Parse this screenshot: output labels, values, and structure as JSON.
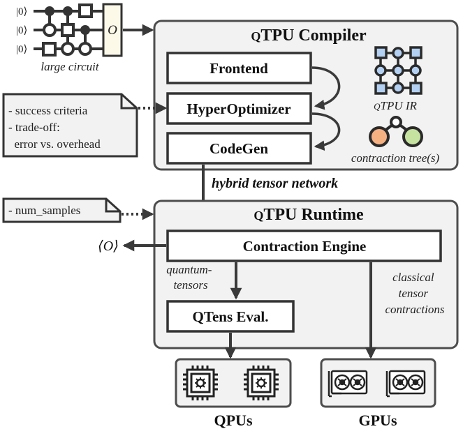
{
  "circuit": {
    "ket_labels": [
      "|0⟩",
      "|0⟩",
      "|0⟩"
    ],
    "observable": "O",
    "caption": "large circuit"
  },
  "compiler": {
    "title_prefix": "Q",
    "title_rest": "TPU Compiler",
    "frontend": "Frontend",
    "hyperoptimizer": "HyperOptimizer",
    "codegen": "CodeGen",
    "ir_prefix": "Q",
    "ir_rest": "TPU IR",
    "tree_caption": "contraction tree(s)"
  },
  "note_top": {
    "lines": [
      "- success criteria",
      "- trade-off:",
      "  error vs. overhead"
    ]
  },
  "hybrid_label": "hybrid tensor network",
  "note_bottom": {
    "text": "- num_samples"
  },
  "runtime": {
    "title_prefix": "Q",
    "title_rest": "TPU Runtime",
    "engine": "Contraction Engine",
    "qtens": "QTens Eval.",
    "output_label": "⟨O⟩",
    "quantum_label": [
      "quantum-",
      "tensors"
    ],
    "classical_label": [
      "classical",
      "tensor",
      "contractions"
    ]
  },
  "hardware": {
    "qpus": "QPUs",
    "gpus": "GPUs"
  },
  "colors": {
    "panel_fill": "#f2f2f2",
    "border": "#4d4d4d",
    "node_blue": "#b3d0f2",
    "node_orange": "#f6b183",
    "node_green": "#c6e3a0",
    "observable_fill": "#fdf9e9"
  }
}
